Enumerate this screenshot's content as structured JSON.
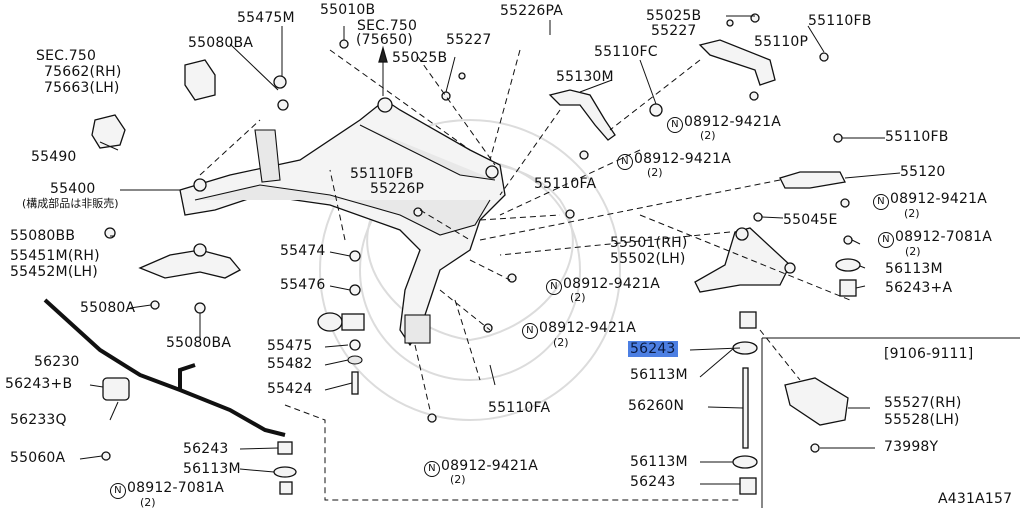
{
  "diagram_id": "A431A157",
  "colors": {
    "line": "#111111",
    "highlight": "#4c7fe3",
    "background": "#ffffff"
  },
  "labels": {
    "l_55475M": "55475M",
    "l_55010B": "55010B",
    "l_sec750a": "SEC.750",
    "l_75650": "(75650)",
    "l_55226PA": "55226PA",
    "l_55025B_a": "55025B",
    "l_55227_a": "55227",
    "l_55110FB_a": "55110FB",
    "l_sec750b": "SEC.750",
    "l_75662": "75662(RH)",
    "l_75663": "75663(LH)",
    "l_55080BA_a": "55080BA",
    "l_55227_b": "55227",
    "l_55025B_b": "55025B",
    "l_55110FC": "55110FC",
    "l_55110P": "55110P",
    "l_55130M": "55130M",
    "l_n1_part": "08912-9421A",
    "l_n1_qty": "(2)",
    "l_55490": "55490",
    "l_55110FB_b": "55110FB",
    "l_n2_part": "08912-9421A",
    "l_n2_qty": "(2)",
    "l_55110FB_c": "55110FB",
    "l_55226P": "55226P",
    "l_55120": "55120",
    "l_55400": "55400",
    "l_note": "(構成部品は非販売)",
    "l_55110FA_a": "55110FA",
    "l_n3_part": "08912-9421A",
    "l_n3_qty": "(2)",
    "l_55045E": "55045E",
    "l_55080BB": "55080BB",
    "l_55474": "55474",
    "l_55501": "55501(RH)",
    "l_55502": "55502(LH)",
    "l_n4_part": "08912-7081A",
    "l_n4_qty": "(2)",
    "l_55451M": "55451M(RH)",
    "l_55452M": "55452M(LH)",
    "l_56113M_a": "56113M",
    "l_55476": "55476",
    "l_n5_part": "08912-9421A",
    "l_n5_qty": "(2)",
    "l_56243A": "56243+A",
    "l_55080A": "55080A",
    "l_n6_part": "08912-9421A",
    "l_n6_qty": "(2)",
    "l_56230": "56230",
    "l_55080BA_b": "55080BA",
    "l_55475": "55475",
    "l_56243_hl": "56243",
    "l_9106": "[9106-9111]",
    "l_55482": "55482",
    "l_56243B": "56243+B",
    "l_56113M_b": "56113M",
    "l_55424": "55424",
    "l_56233Q": "56233Q",
    "l_56260N": "56260N",
    "l_55527": "55527(RH)",
    "l_55528": "55528(LH)",
    "l_55110FA_b": "55110FA",
    "l_73998Y": "73998Y",
    "l_55060A": "55060A",
    "l_56243_b": "56243",
    "l_56113M_c": "56113M",
    "l_56113M_d": "56113M",
    "l_n7_part": "08912-9421A",
    "l_n7_qty": "(2)",
    "l_n8_part": "08912-7081A",
    "l_n8_qty": "(2)",
    "l_56243_c": "56243",
    "l_A431A157": "A431A157",
    "nut_symbol": "N"
  }
}
